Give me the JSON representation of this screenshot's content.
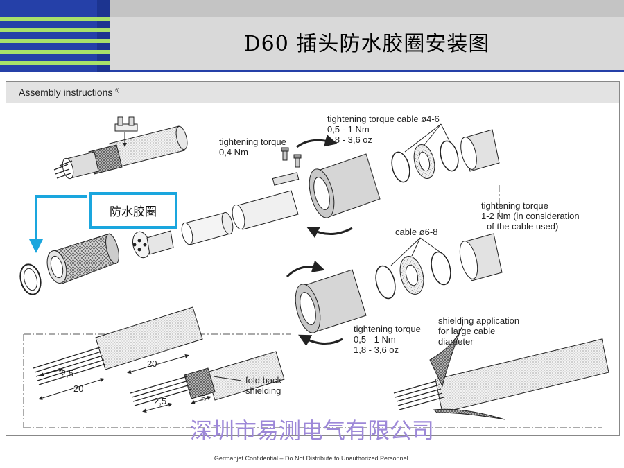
{
  "header": {
    "title": "D60 插头防水胶圈安装图"
  },
  "panel": {
    "heading": "Assembly instructions",
    "heading_note": "6)"
  },
  "annotations": {
    "torque_left_1": "tightening torque",
    "torque_left_2": "0,4 Nm",
    "torque_top_1": "tightening torque  cable  ø4-6",
    "torque_top_2": "0,5 - 1 Nm",
    "torque_top_3": "1,8 - 3,6 oz",
    "torque_right_1": "tightening torque",
    "torque_right_2": "1-2 Nm (in consideration",
    "torque_right_3": "of the cable used)",
    "cable_68": "cable  ø6-8",
    "torque_bottom_1": "tightening torque",
    "torque_bottom_2": "0,5 - 1 Nm",
    "torque_bottom_3": "1,8 - 3,6 oz",
    "shield_1": "shielding application",
    "shield_2": "for large cable",
    "shield_3": "diameter",
    "fold_1": "fold back",
    "fold_2": "shielding",
    "dim_25a": "2,5",
    "dim_20a": "20",
    "dim_20b": "20",
    "dim_25b": "2,5",
    "dim_5": "5"
  },
  "callout": {
    "label": "防水胶圈",
    "color": "#1aa6de"
  },
  "watermark": "深圳市易测电气有限公司",
  "footer": "Germanjet Confidential – Do Not Distribute to Unauthorized Personnel."
}
